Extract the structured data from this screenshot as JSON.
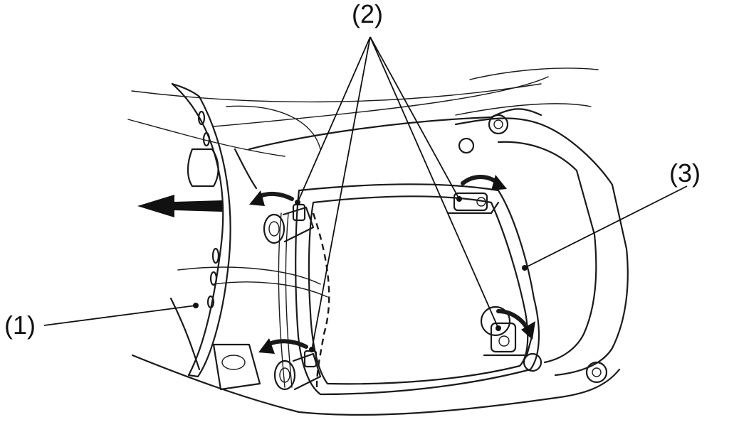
{
  "callouts": {
    "part_1": "(1)",
    "part_2": "(2)",
    "part_3": "(3)"
  },
  "colors": {
    "line": "#1a1a1a",
    "background": "#ffffff"
  }
}
